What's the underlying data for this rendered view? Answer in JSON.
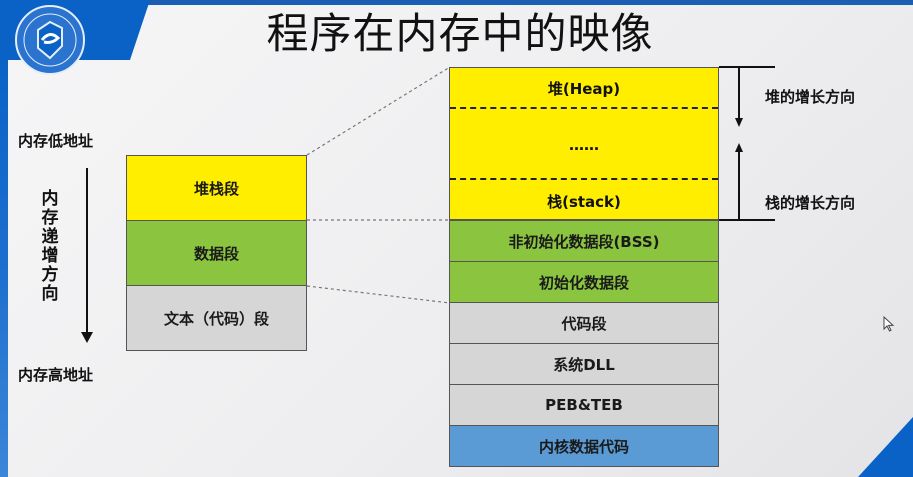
{
  "title": "程序在内存中的映像",
  "left_axis": {
    "top_label": "内存低地址",
    "direction_label": "内存递增方向",
    "bottom_label": "内存高地址"
  },
  "left_segments": [
    {
      "label": "堆栈段",
      "color": "#ffee00"
    },
    {
      "label": "数据段",
      "color": "#8bc43f"
    },
    {
      "label": "文本（代码）段",
      "color": "#d6d6d6"
    }
  ],
  "detail": {
    "heap_label": "堆(Heap)",
    "ellipsis": "……",
    "stack_label": "栈(stack)",
    "segments": [
      {
        "label": "非初始化数据段(BSS)",
        "color": "#8bc43f"
      },
      {
        "label": "初始化数据段",
        "color": "#8bc43f"
      },
      {
        "label": "代码段",
        "color": "#d6d6d6"
      },
      {
        "label": "系统DLL",
        "color": "#d6d6d6"
      },
      {
        "label": "PEB&TEB",
        "color": "#d6d6d6"
      },
      {
        "label": "内核数据代码",
        "color": "#5b9bd5"
      }
    ]
  },
  "growth": {
    "heap": "堆的增长方向",
    "stack": "栈的增长方向"
  },
  "colors": {
    "brand_blue": "#0a62c6",
    "yellow": "#ffee00",
    "green": "#8bc43f",
    "gray": "#d6d6d6",
    "blue": "#5b9bd5"
  }
}
